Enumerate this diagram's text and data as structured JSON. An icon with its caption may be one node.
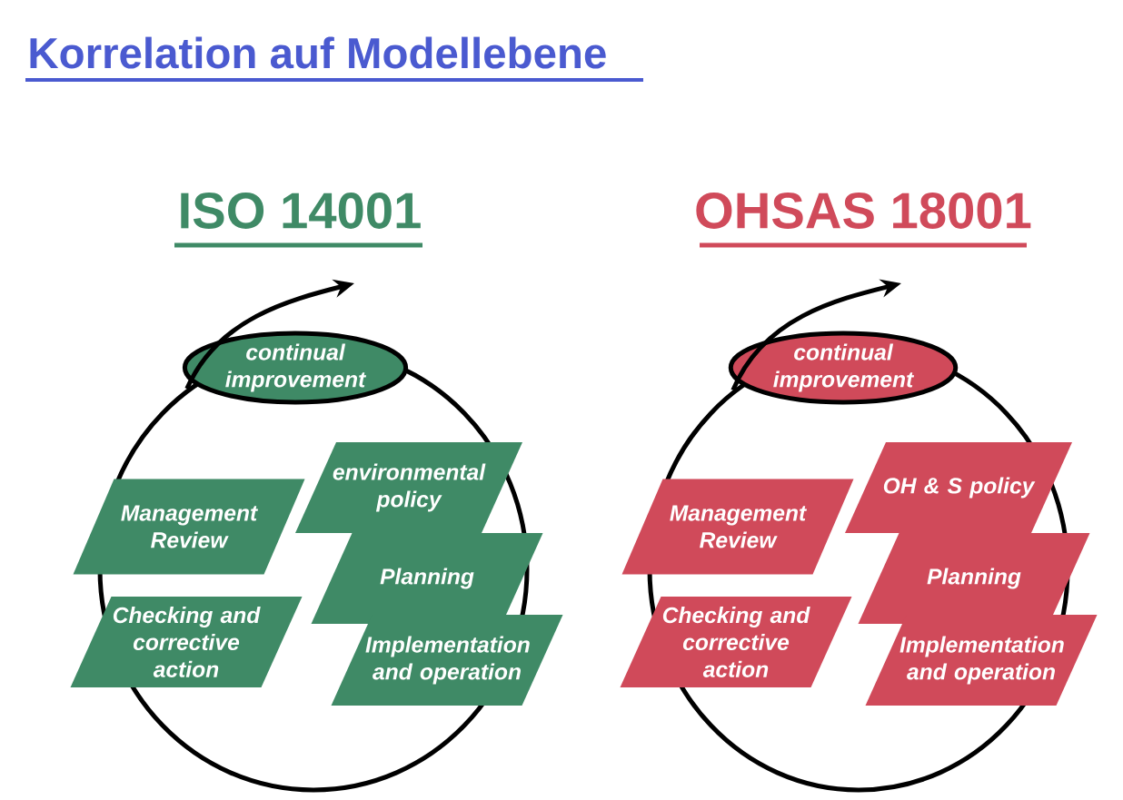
{
  "diagram": {
    "title": "Korrelation auf Modellebene",
    "nodes": [
      {
        "text": [
          "ISO 14001"
        ]
      },
      {
        "text": [
          "continual improvement"
        ]
      },
      {
        "text": [
          "environmental policy"
        ],
        "in": 0
      },
      {
        "text": [
          "Management Review"
        ]
      },
      {
        "text": [
          "Planning"
        ]
      },
      {
        "text": [
          "Checking and corrective action"
        ]
      },
      {
        "text": [
          "Implementation and operation"
        ]
      },
      {
        "text": [
          "OHSAS 18001"
        ]
      },
      {
        "text": [
          "continual improvement"
        ]
      },
      {
        "text": [
          "OH & S policy"
        ],
        "in": 7
      },
      {
        "text": [
          "Management Review"
        ]
      },
      {
        "text": [
          "Planning"
        ]
      },
      {
        "text": [
          "Checking and corrective action"
        ]
      },
      {
        "text": [
          "Implementation and operation"
        ]
      }
    ],
    "edges": [
      {
        "from": 0,
        "to": null,
        "arrow": "to"
      },
      {
        "from": 7,
        "to": null,
        "arrow": "to"
      }
    ]
  }
}
